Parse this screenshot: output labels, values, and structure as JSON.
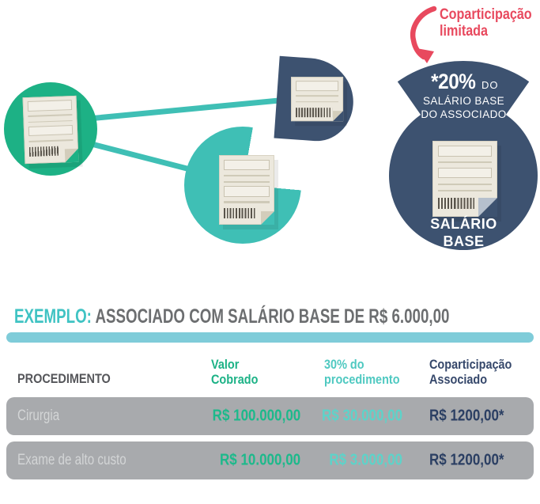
{
  "callout": {
    "line1": "Coparticipação",
    "line2": "limitada"
  },
  "badge": {
    "percent": "*20%",
    "percent_suffix": "DO",
    "salary_line1": "SALÁRIO BASE",
    "salary_line2": "DO ASSOCIADO",
    "doc_line1": "SALÁRIO",
    "doc_line2": "BASE"
  },
  "heading": {
    "highlight": "EXEMPLO:",
    "text": " ASSOCIADO COM SALÁRIO BASE DE R$ 6.000,00"
  },
  "table": {
    "headers": {
      "procedure": "PROCEDIMENTO",
      "charged": [
        "Valor",
        "Cobrado"
      ],
      "pct": [
        "30% do",
        "procedimento"
      ],
      "copay": [
        "Coparticipação",
        "Associado"
      ]
    },
    "rows": [
      {
        "procedure": "Cirurgia",
        "charged": "R$ 100.000,00",
        "pct": "R$ 30.000,00",
        "copay": "R$ 1200,00*"
      },
      {
        "procedure": "Exame de alto custo",
        "charged": "R$ 10.000,00",
        "pct": "R$ 3.000,00",
        "copay": "R$ 1200,00*"
      }
    ]
  },
  "icons": {
    "invoice": "invoice-icon",
    "curved_arrow": "curved-arrow-icon",
    "barcode": "barcode"
  },
  "colors": {
    "green": "#1db185",
    "teal": "#3fbfb5",
    "teal_light": "#5dd3c9",
    "navy": "#3d5270",
    "navy_text": "#2b3f63",
    "red": "#e8495e",
    "divider_blue": "#7fccd9",
    "row_gray": "#a8aaad",
    "heading_gray": "#6c6e70"
  }
}
